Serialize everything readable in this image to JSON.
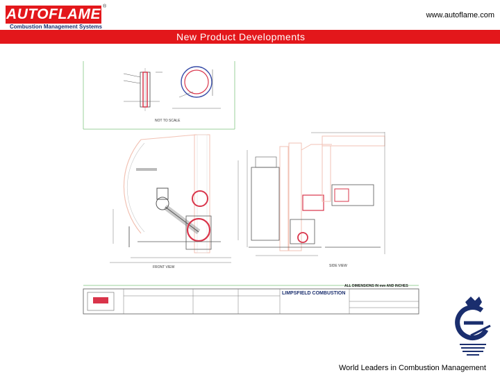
{
  "header": {
    "logo_text": "AUTOFLAME",
    "logo_mark": "®",
    "logo_subtitle": "Combustion Management Systems",
    "website": "www.autoflame.com"
  },
  "banner": {
    "title": "New Product Developments"
  },
  "drawing": {
    "note": "NOT TO SCALE",
    "front_view_label": "FRONT VIEW",
    "side_view_label": "SIDE VIEW",
    "dimensions_note": "ALL DIMENSIONS IN mm AND INCHES",
    "company_name": "LIMPSFIELD COMBUSTION"
  },
  "footer": {
    "tagline": "World Leaders in Combustion Management"
  },
  "colors": {
    "brand_red": "#e3171b",
    "navy": "#1a2e6e",
    "drawing_red": "#d9344a",
    "drawing_blue": "#3a4ea8"
  }
}
